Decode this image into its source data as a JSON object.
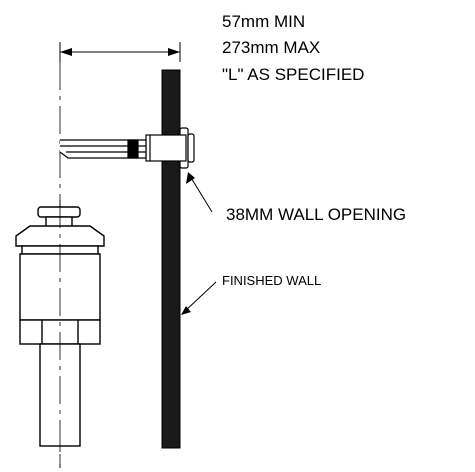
{
  "dimension": {
    "min": "57mm MIN",
    "max": "273mm MAX",
    "spec": "\"L\" AS SPECIFIED"
  },
  "callouts": {
    "opening": "38MM WALL OPENING",
    "wall": "FINISHED WALL"
  },
  "colors": {
    "ink": "#000000",
    "wall": "#1a1a1a",
    "background": "#ffffff"
  }
}
